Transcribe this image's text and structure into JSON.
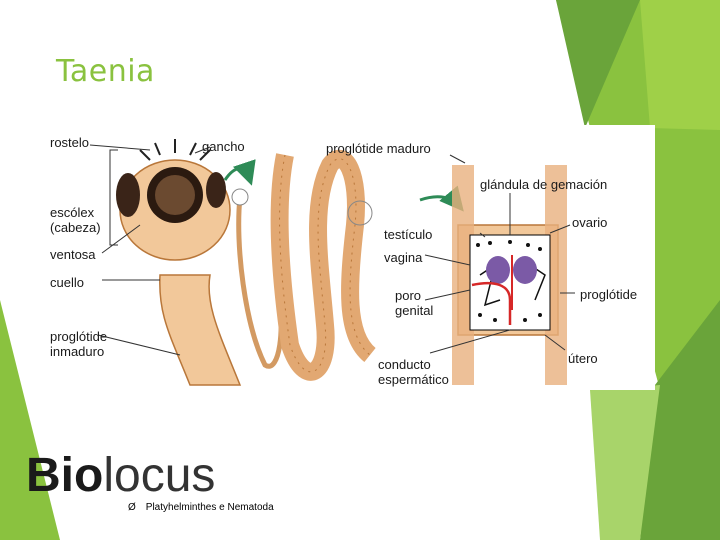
{
  "slide": {
    "title": "Taenia",
    "brand_bold": "Bio",
    "brand_regular": "locus",
    "bullet_marker": "Ø",
    "bullet_text": "Platyhelminthes e Nematoda"
  },
  "figure": {
    "labels": {
      "rostelo": "rostelo",
      "gancho": "gancho",
      "proglotide_maduro": "proglótide maduro",
      "glandula": "glándula de gemación",
      "escolex": "escólex\n(cabeza)",
      "ovario": "ovario",
      "testiculo": "testículo",
      "ventosa": "ventosa",
      "vagina": "vagina",
      "cuello": "cuello",
      "poro_genital": "poro\ngenital",
      "proglotide_right": "proglótide",
      "proglotide_inmaduro": "proglótide\ninmaduro",
      "conducto": "conducto\nespermático",
      "utero": "útero"
    }
  },
  "colors": {
    "accent_green": "#8ac23f",
    "dark_green": "#6aa43a",
    "worm_fill": "#f2c89a",
    "worm_stroke": "#b9773a"
  }
}
